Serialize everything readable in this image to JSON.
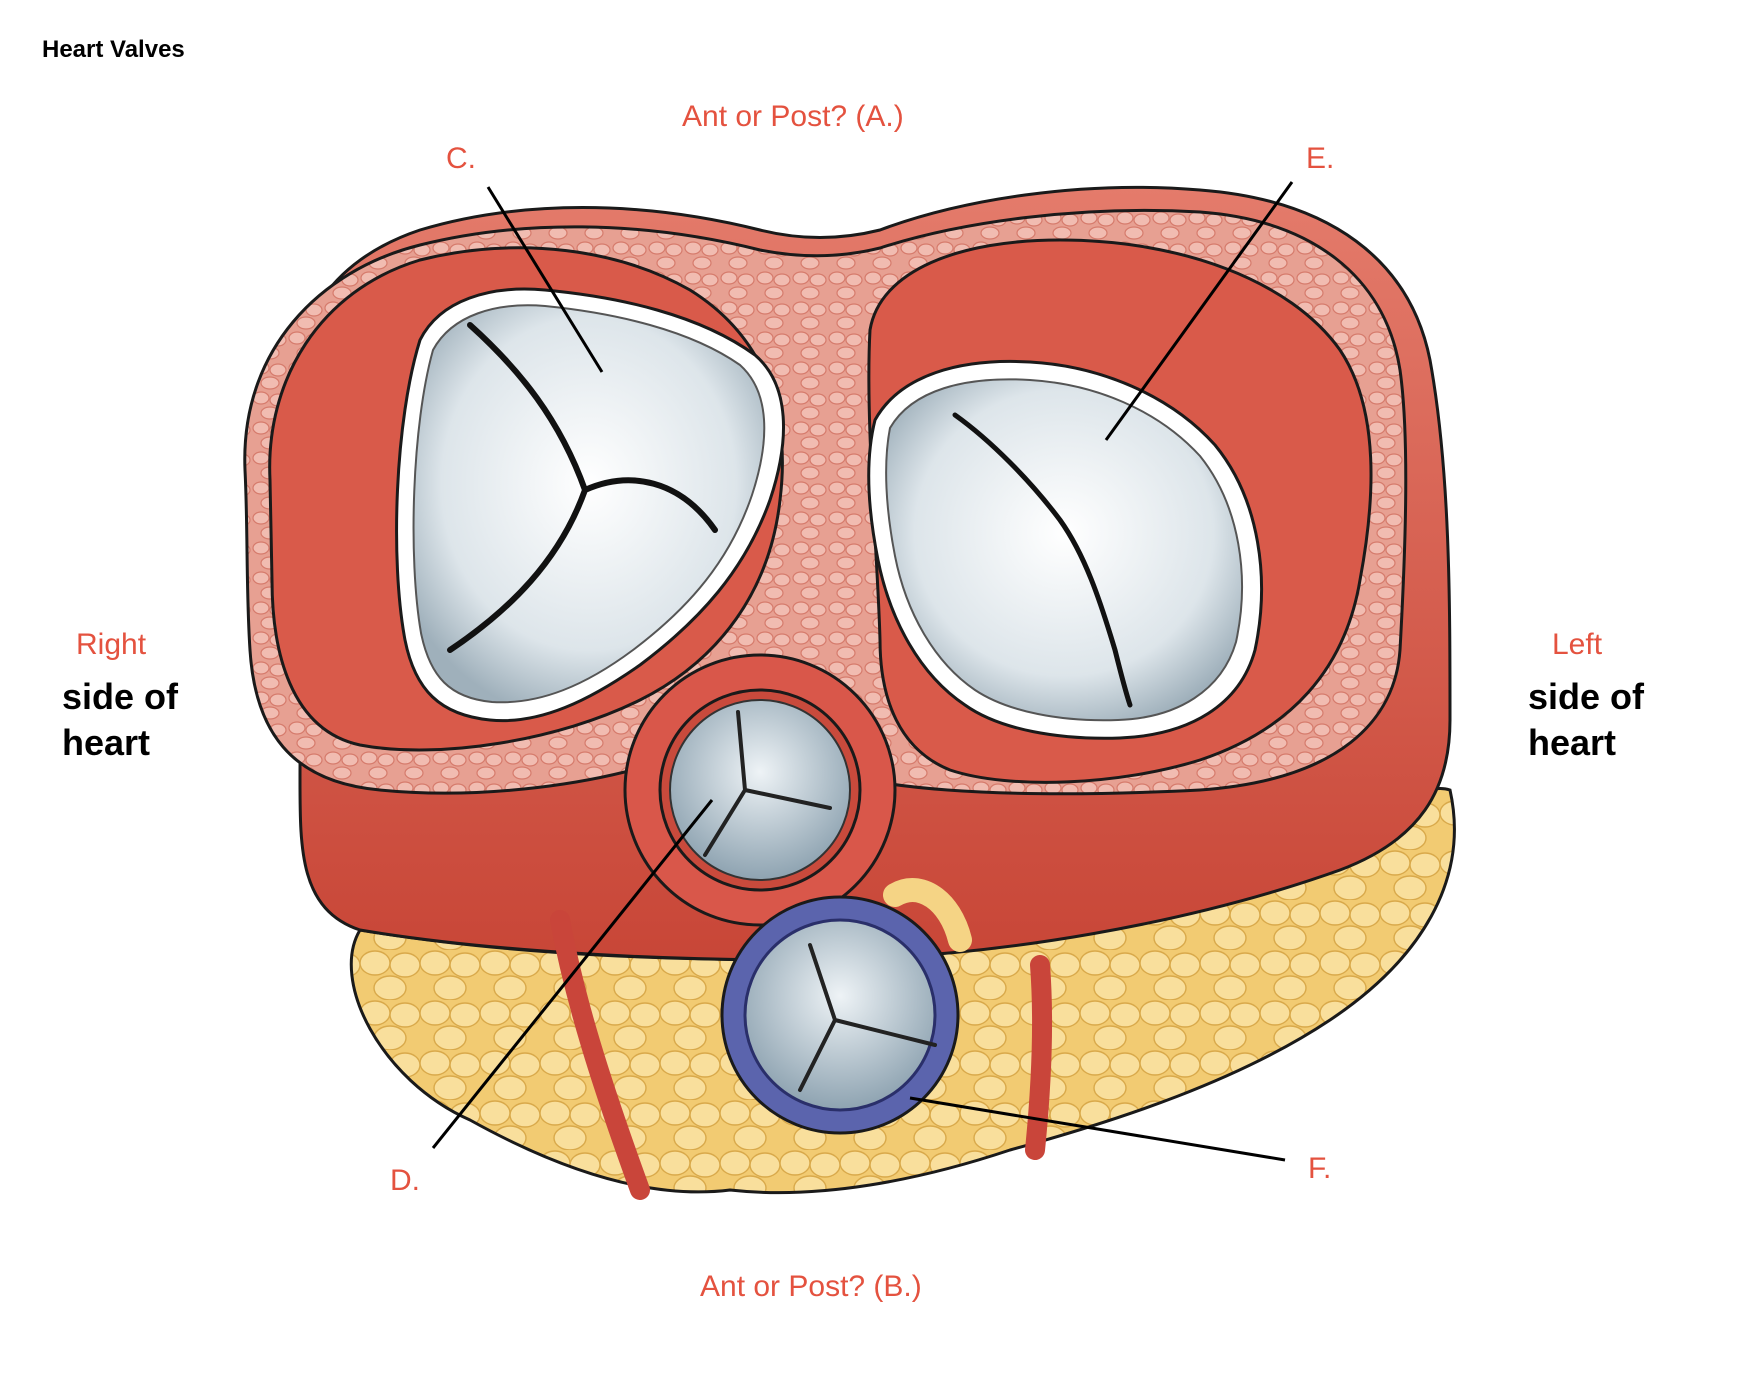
{
  "title": "Heart Valves",
  "labels": {
    "a": "Ant or Post? (A.)",
    "b": "Ant or Post? (B.)",
    "c": "C.",
    "d": "D.",
    "e": "E.",
    "f": "F."
  },
  "right": {
    "word": "Right",
    "line1": "side of",
    "line2": "heart"
  },
  "left": {
    "word": "Left",
    "line1": "side of",
    "line2": "heart"
  },
  "colors": {
    "label": "#e4523f",
    "muscle": "#d9574a",
    "muscle_light": "#e98a7c",
    "tissue": "#e9a497",
    "fat": "#f7d88f",
    "valve": "#dfe6ea",
    "pulmonary_ring": "#5660a8"
  }
}
